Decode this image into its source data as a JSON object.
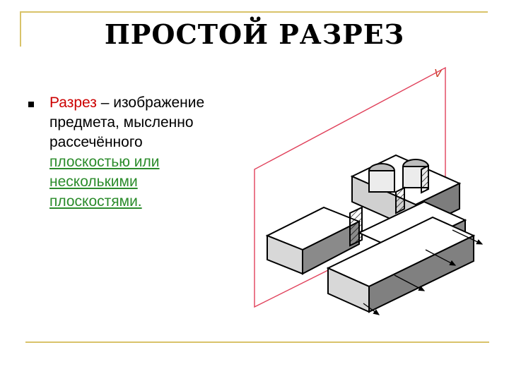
{
  "slide": {
    "title": "ПРОСТОЙ РАЗРЕЗ",
    "bullet": {
      "term": "Разрез",
      "definition_rest": " – изображение предмета, мысленно рассечённого",
      "link_lines": [
        "плоскостью или",
        "несколькими",
        "плоскостями."
      ]
    },
    "figure": {
      "plane_label": "V",
      "plane_color": "#e0405a",
      "accent_color": "#d9c36a"
    }
  }
}
